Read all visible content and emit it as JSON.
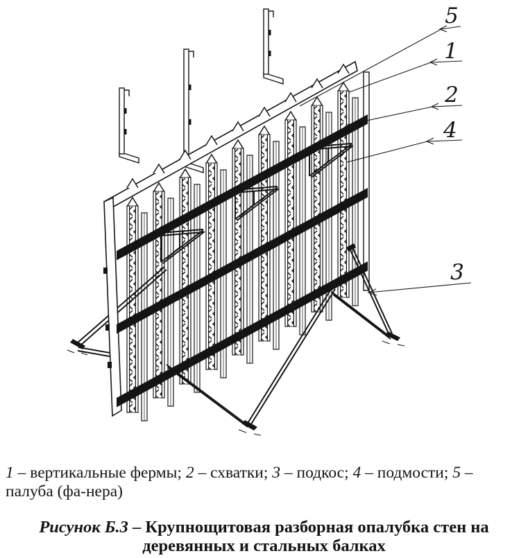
{
  "figure": {
    "callouts": [
      {
        "label": "5"
      },
      {
        "label": "1"
      },
      {
        "label": "2"
      },
      {
        "label": "4"
      },
      {
        "label": "3"
      }
    ]
  },
  "legend": {
    "separator": " – ",
    "terminator": "; ",
    "items": [
      {
        "num": "1",
        "desc": "вертикальные фермы"
      },
      {
        "num": "2",
        "desc": "схватки"
      },
      {
        "num": "3",
        "desc": "подкос"
      },
      {
        "num": "4",
        "desc": "подмости"
      },
      {
        "num": "5",
        "desc": "палуба (фа-нера)"
      }
    ]
  },
  "caption": {
    "figure_label": "Рисунок Б.3",
    "dash": " – ",
    "title": "Крупнощитовая разборная опалубка стен на деревянных и стальных балках"
  },
  "colors": {
    "ink": "#141414",
    "background": "#ffffff"
  }
}
